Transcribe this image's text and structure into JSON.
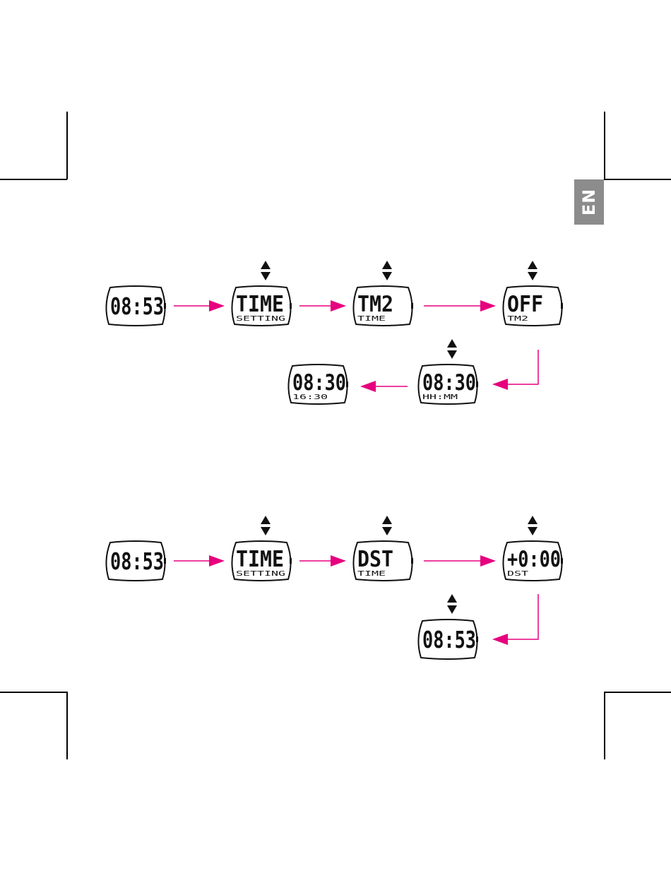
{
  "language_tab": "EN",
  "colors": {
    "arrow": "#e6007e",
    "tab_bg": "#8c8c8c",
    "ink": "#111111"
  },
  "flows": [
    {
      "id": "flow-tm2",
      "displays": [
        {
          "id": "tm2-watch-1",
          "main": "08:53",
          "sub": "",
          "updown": false
        },
        {
          "id": "tm2-watch-2",
          "main": "TIME",
          "sub": "SETTING",
          "updown": true
        },
        {
          "id": "tm2-watch-3",
          "main": "TM2",
          "sub": "TIME",
          "updown": true
        },
        {
          "id": "tm2-watch-4",
          "main": "OFF",
          "sub": "TM2",
          "updown": true
        },
        {
          "id": "tm2-watch-5",
          "main": "08:30",
          "sub": "HH:MM",
          "updown": true
        },
        {
          "id": "tm2-watch-6",
          "main": "08:30",
          "sub": "16:30",
          "updown": false
        }
      ]
    },
    {
      "id": "flow-dst",
      "displays": [
        {
          "id": "dst-watch-1",
          "main": "08:53",
          "sub": "",
          "updown": false
        },
        {
          "id": "dst-watch-2",
          "main": "TIME",
          "sub": "SETTING",
          "updown": true
        },
        {
          "id": "dst-watch-3",
          "main": "DST",
          "sub": "TIME",
          "updown": true
        },
        {
          "id": "dst-watch-4",
          "main": "+0:00",
          "sub": "DST",
          "updown": true
        },
        {
          "id": "dst-watch-5",
          "main": "08:53",
          "sub": "",
          "updown": true
        }
      ]
    }
  ]
}
